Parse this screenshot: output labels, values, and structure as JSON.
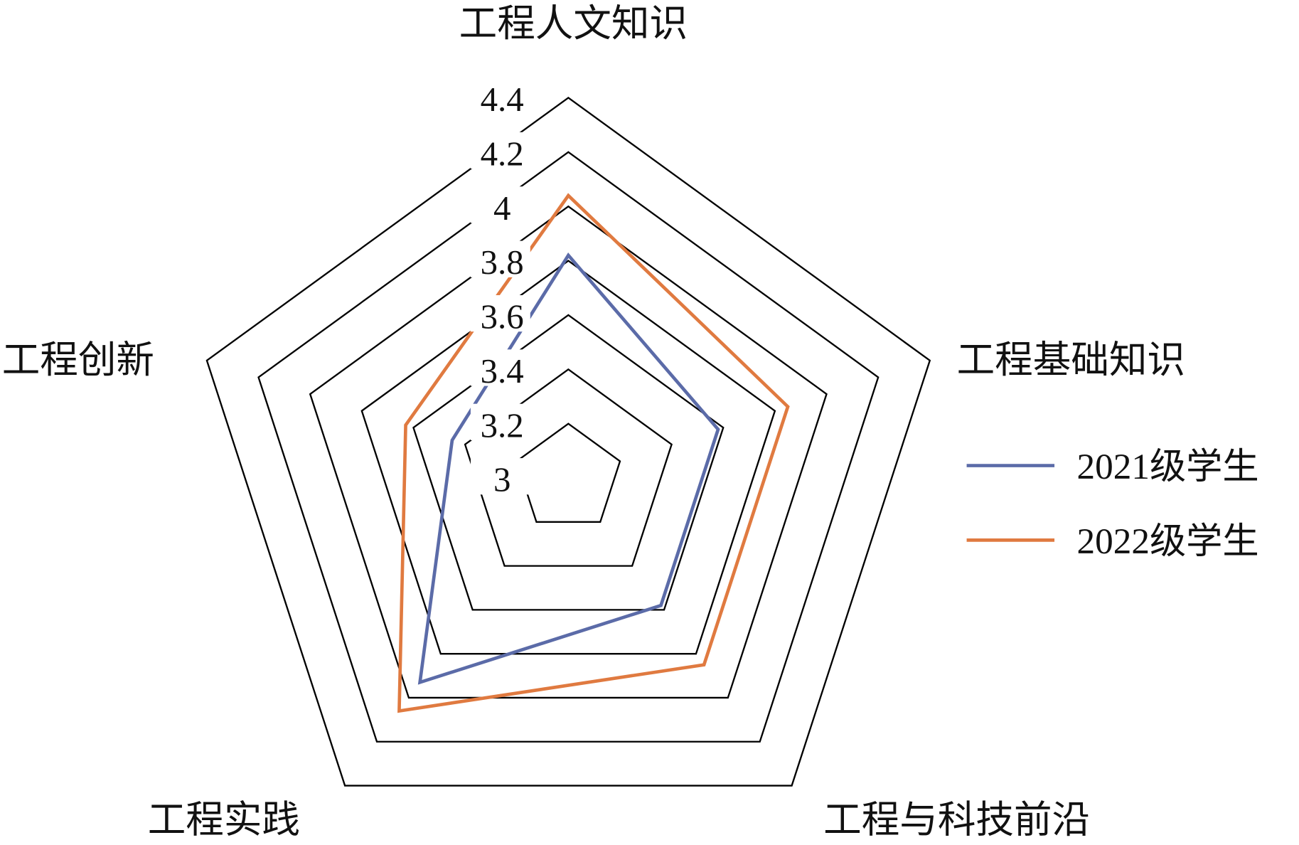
{
  "chart_data": {
    "type": "radar",
    "title": "",
    "categories": [
      "工程人文知识",
      "工程基础知识",
      "工程与科技前沿",
      "工程实践",
      "工程创新"
    ],
    "rlim": [
      3,
      4.4
    ],
    "ticks": [
      "3",
      "3.2",
      "3.4",
      "3.6",
      "3.8",
      "4",
      "4.2",
      "4.4"
    ],
    "tick_values": [
      3,
      3.2,
      3.4,
      3.6,
      3.8,
      4.0,
      4.2,
      4.4
    ],
    "legend_position": "right",
    "series": [
      {
        "name": "2021级学生",
        "color": "#5b6ba8",
        "values": [
          3.82,
          3.58,
          3.58,
          3.93,
          3.45
        ]
      },
      {
        "name": "2022级学生",
        "color": "#e07a40",
        "values": [
          4.04,
          3.85,
          3.85,
          4.06,
          3.63
        ]
      }
    ]
  }
}
